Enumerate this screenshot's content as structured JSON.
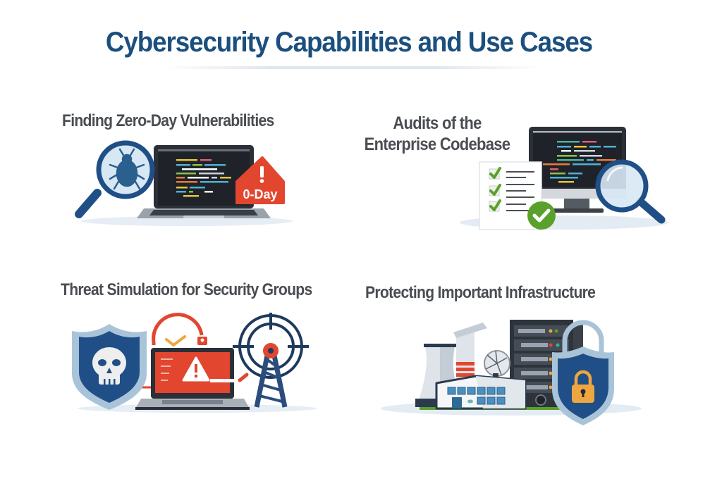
{
  "title": "Cybersecurity Capabilities and Use Cases",
  "panels": [
    {
      "title": "Finding Zero-Day Vulnerabilities",
      "icons": [
        "magnifier-bug-icon",
        "laptop-code-icon",
        "zero-day-warning-icon"
      ],
      "badge_text": "0-Day",
      "badge_symbol": "!"
    },
    {
      "title_line1": "Audits of the",
      "title_line2": "Enterprise Codebase",
      "icons": [
        "checklist-icon",
        "monitor-code-icon",
        "magnifier-icon",
        "check-circle-icon"
      ]
    },
    {
      "title": "Threat Simulation for Security Groups",
      "icons": [
        "skull-shield-icon",
        "laptop-alert-icon",
        "radio-tower-target-icon",
        "cycle-arrow-icon"
      ],
      "alert_symbol": "!"
    },
    {
      "title": "Protecting Important Infrastructure",
      "icons": [
        "cooling-tower-icon",
        "factory-building-icon",
        "satellite-dish-icon",
        "server-rack-icon",
        "lock-shield-icon"
      ]
    }
  ],
  "colors": {
    "title": "#1b4f7e",
    "panel_title": "#4a4d52",
    "navy": "#1f4f86",
    "dark_screen": "#262b33",
    "alert_red": "#e2462f",
    "check_green": "#5aa02c",
    "lock_orange": "#f0a640",
    "light_blue": "#d7e8f4"
  }
}
